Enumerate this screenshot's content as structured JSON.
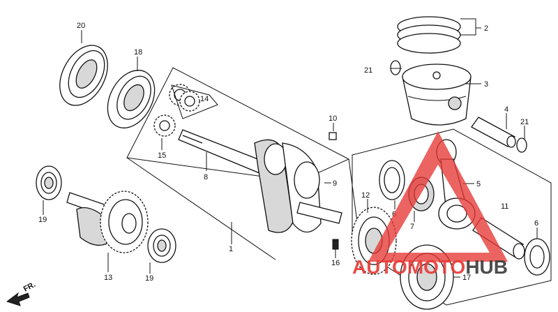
{
  "labels": {
    "p20": "20",
    "p18": "18",
    "p14": "14",
    "p15": "15",
    "p8": "8",
    "p9": "9",
    "p1": "1",
    "p10": "10",
    "p21a": "21",
    "p2": "2",
    "p3": "3",
    "p4": "4",
    "p21b": "21",
    "p5": "5",
    "p12": "12",
    "p6a": "6",
    "p7": "7",
    "p11": "11",
    "p6b": "6",
    "p16": "16",
    "p17": "17",
    "p19a": "19",
    "p13": "13",
    "p19b": "19"
  },
  "direction": "FR.",
  "watermark": {
    "auto": "AUTO",
    "moto": "MOTO",
    "hub": "HUB"
  },
  "colors": {
    "watermark_red": "#e53935",
    "watermark_dark": "#3a3a3a",
    "line": "#111111"
  },
  "icons": {
    "direction": "arrow-icon",
    "watermark": "warning-triangle-logo"
  }
}
